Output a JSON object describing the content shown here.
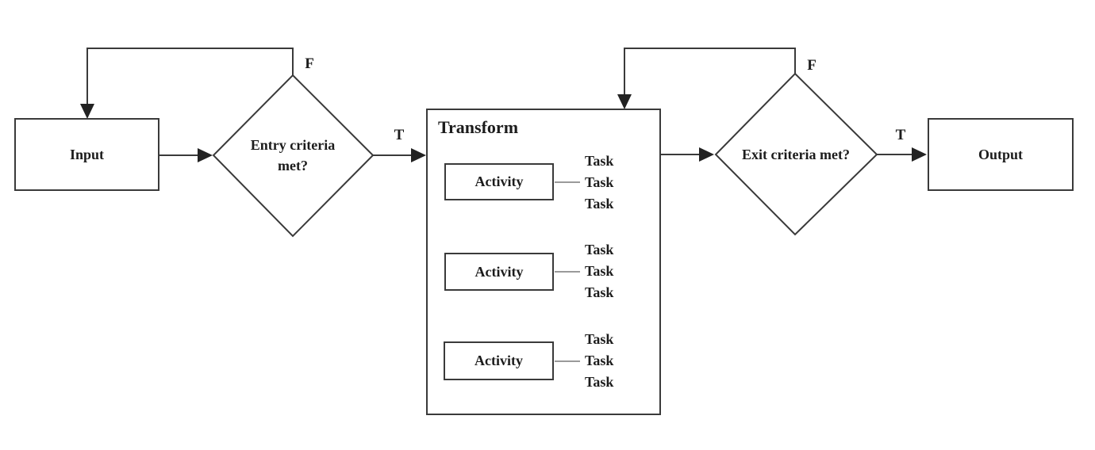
{
  "diagram": {
    "nodes": {
      "input": {
        "label": "Input"
      },
      "entry_decision": {
        "label": "Entry criteria met?"
      },
      "transform": {
        "title": "Transform"
      },
      "exit_decision": {
        "label": "Exit criteria met?"
      },
      "output": {
        "label": "Output"
      }
    },
    "activities": [
      {
        "label": "Activity",
        "tasks": [
          "Task",
          "Task",
          "Task"
        ]
      },
      {
        "label": "Activity",
        "tasks": [
          "Task",
          "Task",
          "Task"
        ]
      },
      {
        "label": "Activity",
        "tasks": [
          "Task",
          "Task",
          "Task"
        ]
      }
    ],
    "edge_labels": {
      "entry_true": "T",
      "entry_false": "F",
      "exit_true": "T",
      "exit_false": "F"
    },
    "colors": {
      "line": "#3a3a3a",
      "arrowhead": "#222222",
      "connector": "#9a9a9a",
      "text": "#1c1c1c",
      "background": "#ffffff"
    }
  }
}
